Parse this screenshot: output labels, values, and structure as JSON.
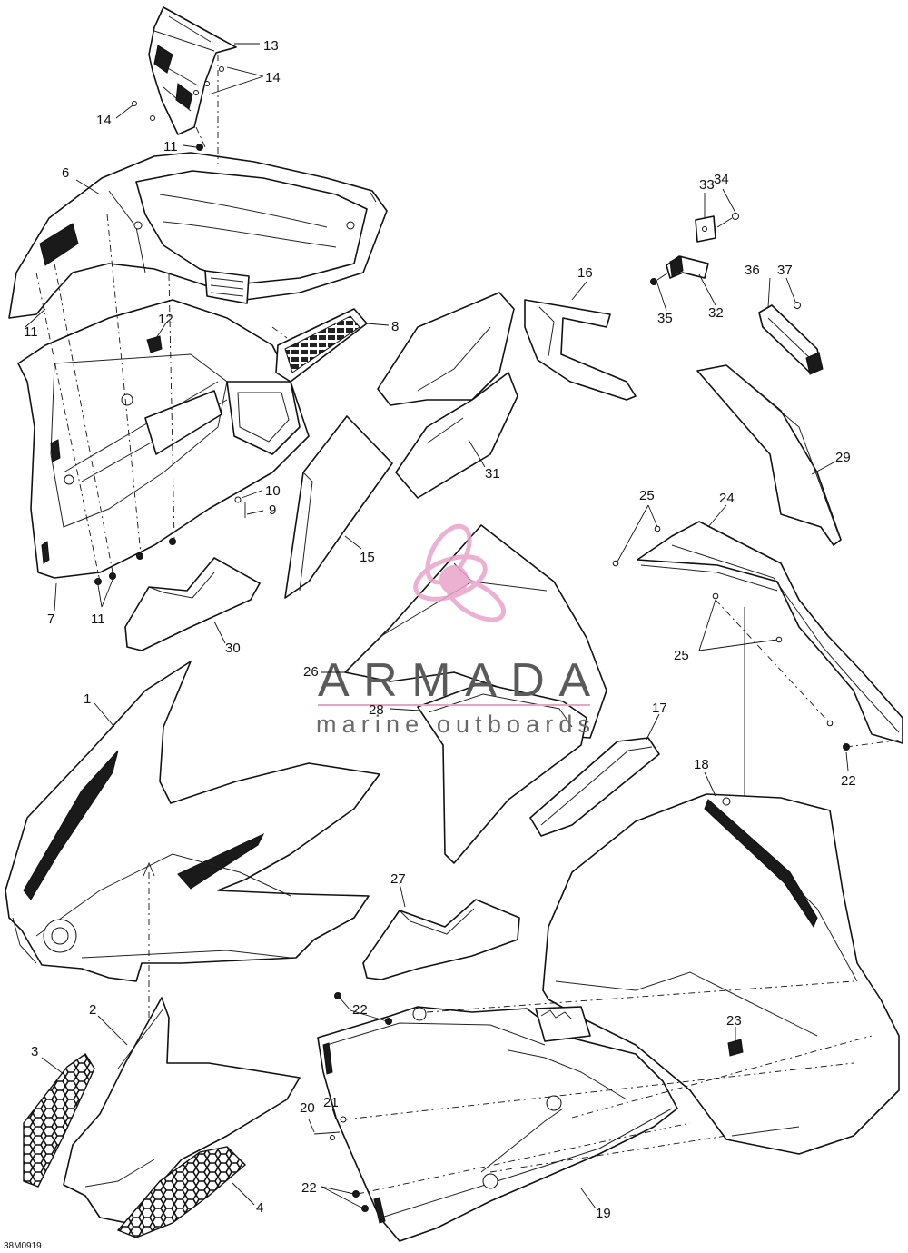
{
  "watermark": {
    "brand": "ARMADA",
    "tagline": "marine outboards",
    "logo_color": "#e9a3c9",
    "line_color": "#e9a3c9"
  },
  "reference_code": "38M0919",
  "callouts": [
    {
      "id": "13",
      "label": "13"
    },
    {
      "id": "14a",
      "label": "14"
    },
    {
      "id": "14b",
      "label": "14"
    },
    {
      "id": "11a",
      "label": "11"
    },
    {
      "id": "6",
      "label": "6"
    },
    {
      "id": "11b",
      "label": "11"
    },
    {
      "id": "12",
      "label": "12"
    },
    {
      "id": "8",
      "label": "8"
    },
    {
      "id": "10",
      "label": "10"
    },
    {
      "id": "9",
      "label": "9"
    },
    {
      "id": "7",
      "label": "7"
    },
    {
      "id": "11c",
      "label": "11"
    },
    {
      "id": "30",
      "label": "30"
    },
    {
      "id": "15",
      "label": "15"
    },
    {
      "id": "31",
      "label": "31"
    },
    {
      "id": "16",
      "label": "16"
    },
    {
      "id": "33",
      "label": "33"
    },
    {
      "id": "34",
      "label": "34"
    },
    {
      "id": "35",
      "label": "35"
    },
    {
      "id": "32",
      "label": "32"
    },
    {
      "id": "36",
      "label": "36"
    },
    {
      "id": "37",
      "label": "37"
    },
    {
      "id": "29",
      "label": "29"
    },
    {
      "id": "25a",
      "label": "25"
    },
    {
      "id": "24",
      "label": "24"
    },
    {
      "id": "25b",
      "label": "25"
    },
    {
      "id": "22a",
      "label": "22"
    },
    {
      "id": "26",
      "label": "26"
    },
    {
      "id": "28",
      "label": "28"
    },
    {
      "id": "17",
      "label": "17"
    },
    {
      "id": "18",
      "label": "18"
    },
    {
      "id": "1",
      "label": "1"
    },
    {
      "id": "27",
      "label": "27"
    },
    {
      "id": "2",
      "label": "2"
    },
    {
      "id": "3",
      "label": "3"
    },
    {
      "id": "4",
      "label": "4"
    },
    {
      "id": "22b",
      "label": "22"
    },
    {
      "id": "23",
      "label": "23"
    },
    {
      "id": "20",
      "label": "20"
    },
    {
      "id": "21",
      "label": "21"
    },
    {
      "id": "22c",
      "label": "22"
    },
    {
      "id": "19",
      "label": "19"
    }
  ]
}
